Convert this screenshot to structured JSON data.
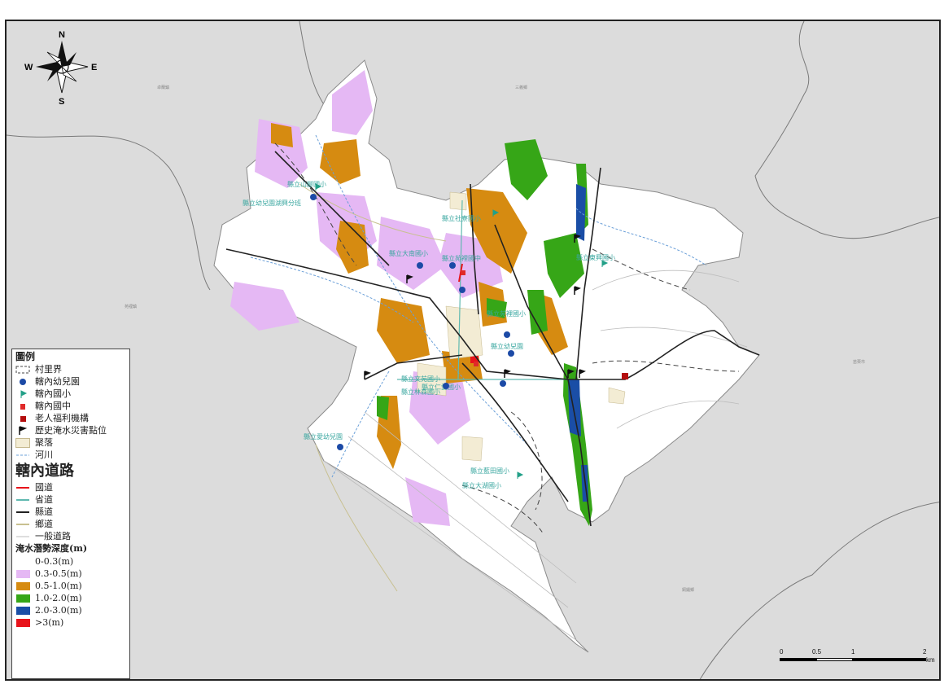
{
  "title": "",
  "colors": {
    "background": "#dcdcdc",
    "district_fill": "#ffffff",
    "depth_0_3": "#ffffff",
    "depth_3_5": "#e5b8f4",
    "depth_5_10": "#d68b11",
    "depth_10_20": "#36a617",
    "depth_20_30": "#1a4ea6",
    "depth_over_3": "#e8141b",
    "national_road": "#e8141b",
    "provincial_road": "#5fb9b0",
    "county_road": "#222222",
    "township_road": "#c8c090",
    "general_road": "#bdbdbd",
    "river": "#6a9fd8",
    "settlement": "#f3ecd4",
    "kindergarten": "#1c4aa6",
    "elementary": "#23a088",
    "junior_high": "#e02a2a",
    "elderly": "#b40e0e"
  },
  "compass": {
    "n": "N",
    "s": "S",
    "e": "E",
    "w": "W"
  },
  "place_labels": [
    "卓蘭鎮",
    "三義鄉",
    "苑裡鎮",
    "苗栗市",
    "銅鑼鄉"
  ],
  "school_labels": [
    "縣立山腳國小",
    "縣立幼兒園湖興分班",
    "縣立社寮國小",
    "縣立東興國小",
    "縣立大南國小",
    "縣立苑裡國中",
    "縣立苑裡國小",
    "縣立幼兒園",
    "縣立文苑國小",
    "縣立林森國小",
    "縣立愛幼兒園",
    "縣立藍田國小",
    "縣立大湖國小",
    "縣立仁愛國小"
  ],
  "legend": {
    "title": "圖例",
    "items": [
      {
        "label": "村里界",
        "icon": "village-boundary-icon"
      },
      {
        "label": "轄內幼兒園",
        "icon": "kindergarten-icon"
      },
      {
        "label": "轄內國小",
        "icon": "elementary-school-icon"
      },
      {
        "label": "轄內國中",
        "icon": "junior-high-school-icon"
      },
      {
        "label": "老人福利機構",
        "icon": "elderly-welfare-icon"
      },
      {
        "label": "歷史淹水災害點位",
        "icon": "flood-flag-icon"
      },
      {
        "label": "聚落",
        "icon": "settlement-icon"
      },
      {
        "label": "河川",
        "icon": "river-icon"
      }
    ],
    "roads_title": "轄內道路",
    "roads": [
      {
        "label": "國道",
        "color": "#e8141b"
      },
      {
        "label": "省道",
        "color": "#5fb9b0"
      },
      {
        "label": "縣道",
        "color": "#222222"
      },
      {
        "label": "鄉道",
        "color": "#c8c090"
      },
      {
        "label": "一般道路",
        "color": "#bdbdbd"
      }
    ],
    "depth_title": "淹水潛勢深度(m)",
    "depths": [
      {
        "label": "0-0.3(m)",
        "color": "#ffffff"
      },
      {
        "label": "0.3-0.5(m)",
        "color": "#e5b8f4"
      },
      {
        "label": "0.5-1.0(m)",
        "color": "#d68b11"
      },
      {
        "label": "1.0-2.0(m)",
        "color": "#36a617"
      },
      {
        "label": "2.0-3.0(m)",
        "color": "#1a4ea6"
      },
      {
        "label": ">3(m)",
        "color": "#e8141b"
      }
    ]
  },
  "scale": {
    "ticks": [
      "0",
      "0.5",
      "1",
      "2"
    ],
    "unit": "km"
  }
}
